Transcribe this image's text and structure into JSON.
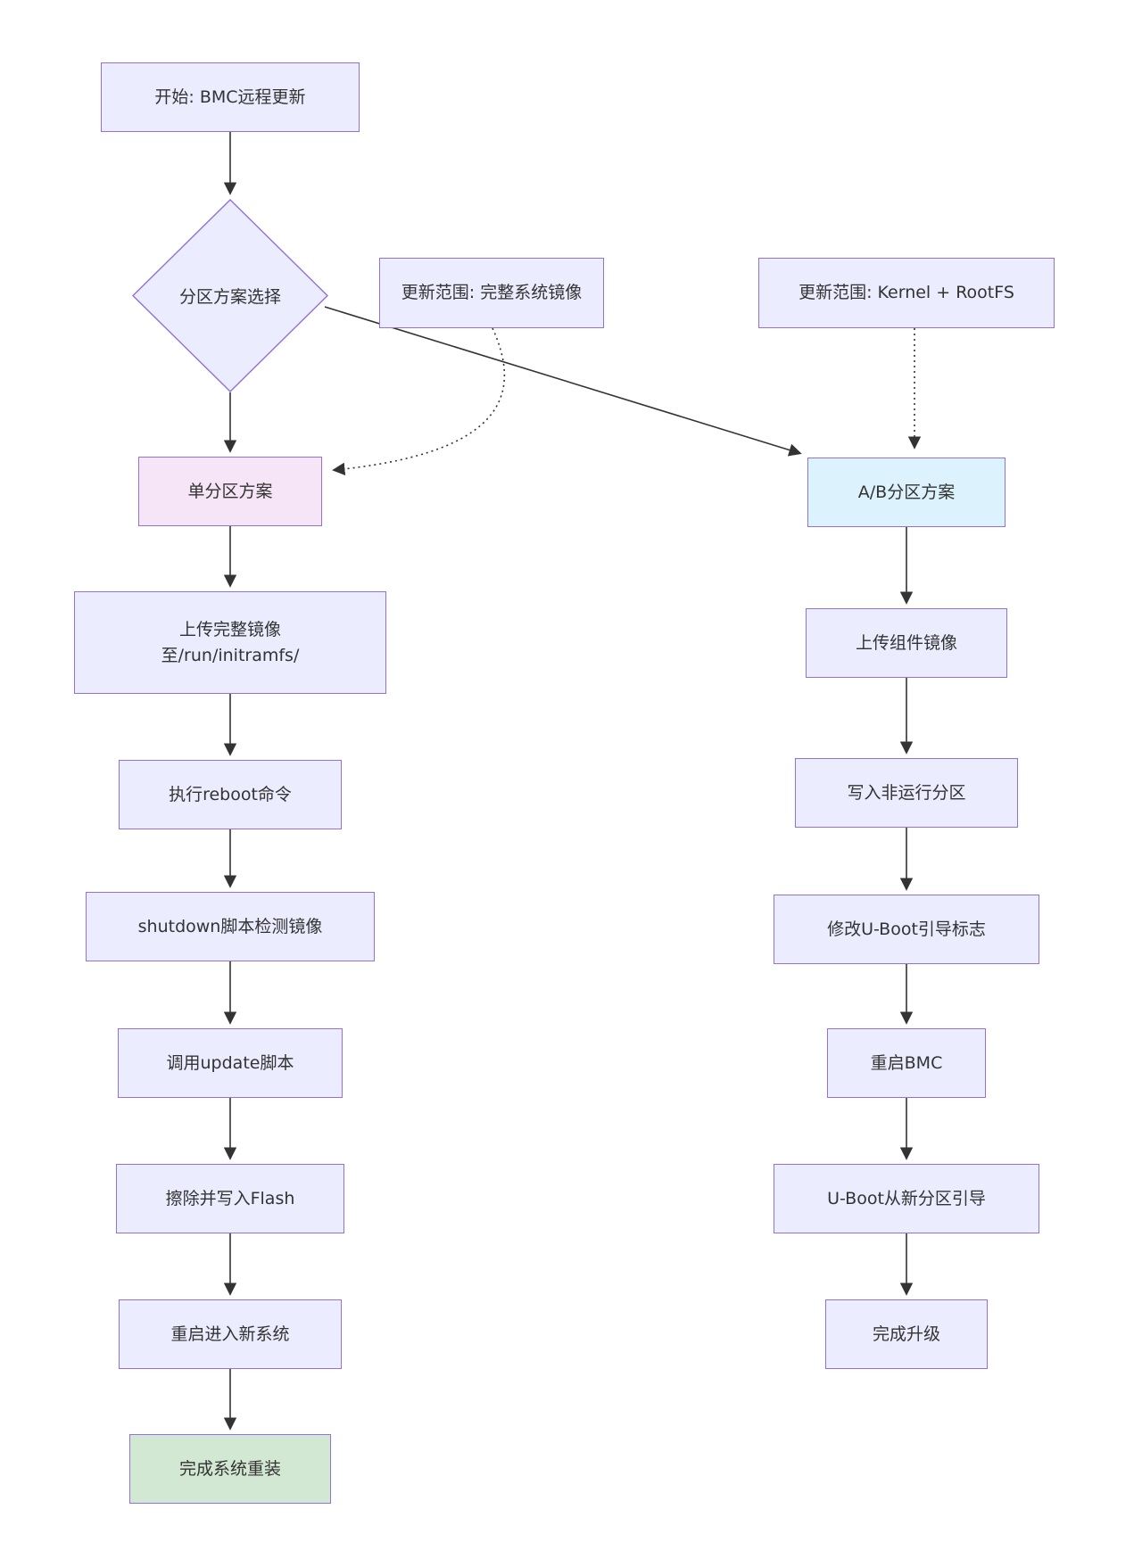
{
  "diagram": {
    "type": "flowchart",
    "direction": "top-down",
    "nodes": {
      "start": "开始: BMC远程更新",
      "choice": "分区方案选择",
      "single": "单分区方案",
      "upload_full": {
        "line1": "上传完整镜像",
        "line2": "至/run/initramfs/"
      },
      "exec_reboot": "执行reboot命令",
      "shutdown_check": "shutdown脚本检测镜像",
      "call_update": "调用update脚本",
      "erase_flash": "擦除并写入Flash",
      "reboot_new_system": "重启进入新系统",
      "complete_reinstall": "完成系统重装",
      "ab": "A/B分区方案",
      "upload_component": "上传组件镜像",
      "write_inactive": "写入非运行分区",
      "modify_uboot": "修改U-Boot引导标志",
      "reboot_bmc": "重启BMC",
      "uboot_new_boot": "U-Boot从新分区引导",
      "complete_upgrade": "完成升级"
    },
    "notes": {
      "full_scope": "更新范围: 完整系统镜像",
      "kernel_scope": "更新范围: Kernel + RootFS"
    },
    "colors": {
      "background": "#FFFFFF",
      "node_fill": "#ECECFF",
      "node_border": "#9370DB",
      "single_fill": "#F5E5F6",
      "ab_fill": "#DCF2FC",
      "done_fill": "#D2E8D3",
      "edge": "#333333",
      "text": "#333333"
    }
  }
}
